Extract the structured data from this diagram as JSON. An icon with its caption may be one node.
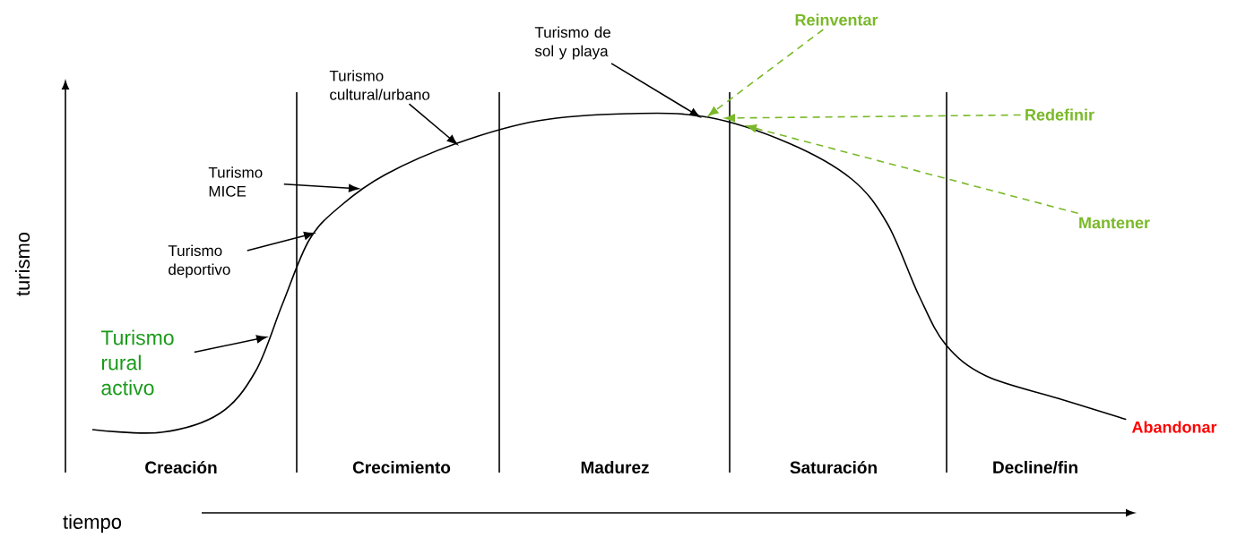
{
  "diagram": {
    "nodes": [
      {
        "text": [
          "Turismo rural activo"
        ]
      },
      {
        "text": [
          "Turismo deportivo"
        ]
      },
      {
        "text": [
          "Turismo MICE"
        ]
      },
      {
        "text": [
          "Turismo cultural/urbano"
        ]
      },
      {
        "text": [
          "Turismo de sol y playa"
        ]
      },
      {
        "text": [
          "Reinventar"
        ]
      },
      {
        "text": [
          "Redefinir"
        ]
      },
      {
        "text": [
          "Mantener"
        ]
      }
    ],
    "edges": [
      {
        "from": 0,
        "to": null,
        "arrow": "to"
      },
      {
        "from": 1,
        "to": null,
        "arrow": "to"
      },
      {
        "from": 2,
        "to": null,
        "arrow": "to"
      },
      {
        "from": 3,
        "to": null,
        "arrow": "to"
      },
      {
        "from": 4,
        "to": null,
        "arrow": "to"
      },
      {
        "from": 5,
        "to": null,
        "arrow": "to",
        "style": "dashed",
        "color": "#7ab929"
      },
      {
        "from": 6,
        "to": null,
        "arrow": "to",
        "style": "dashed",
        "color": "#7ab929"
      },
      {
        "from": 7,
        "to": null,
        "arrow": "to",
        "style": "dashed",
        "color": "#7ab929"
      }
    ],
    "labels": [
      "turismo",
      "Abandonar",
      "Creación",
      "Crecimiento",
      "Madurez",
      "Saturación",
      "Decline/fin",
      "tiempo"
    ]
  }
}
